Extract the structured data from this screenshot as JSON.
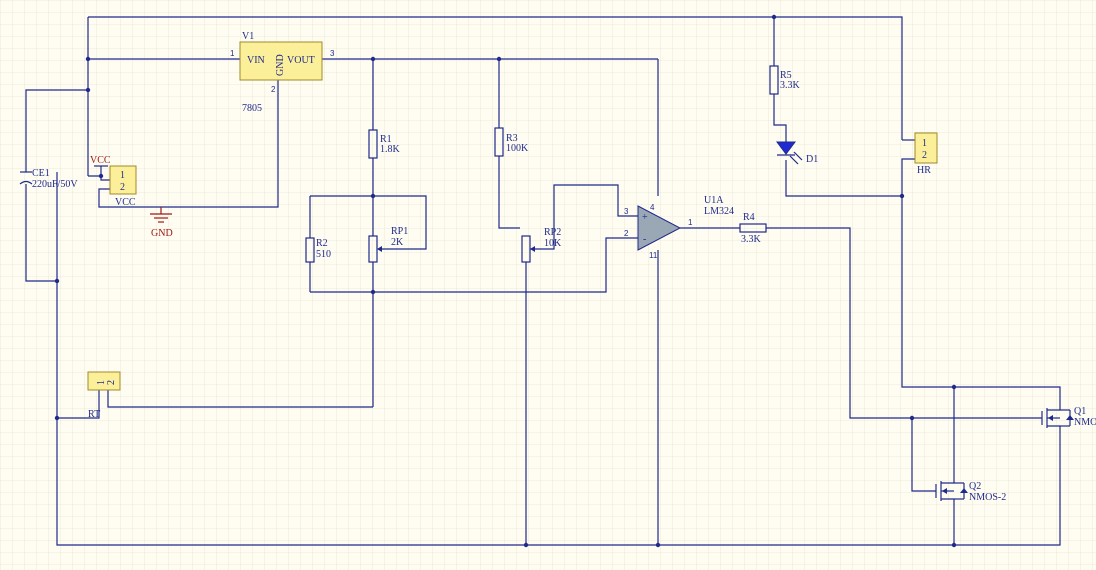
{
  "regulator": {
    "designator": "V1",
    "part": "7805",
    "vin": "VIN",
    "gnd": "GND",
    "vout": "VOUT",
    "pin1": "1",
    "pin2": "2",
    "pin3": "3"
  },
  "capacitor": {
    "designator": "CE1",
    "value": "220uF/50V"
  },
  "power_connector": {
    "net_top": "VCC",
    "net_bottom": "VCC",
    "pin1": "1",
    "pin2": "2"
  },
  "ground": {
    "label": "GND"
  },
  "resistors": [
    {
      "designator": "R1",
      "value": "1.8K"
    },
    {
      "designator": "R2",
      "value": "510"
    },
    {
      "designator": "R3",
      "value": "100K"
    },
    {
      "designator": "R4",
      "value": "3.3K"
    },
    {
      "designator": "R5",
      "value": "3.3K"
    }
  ],
  "potentiometers": [
    {
      "designator": "RP1",
      "value": "2K"
    },
    {
      "designator": "RP2",
      "value": "10K"
    }
  ],
  "opamp": {
    "designator": "U1A",
    "part": "LM324",
    "plus": "+",
    "minus": "-",
    "pin_plus": "3",
    "pin_minus": "2",
    "pin_out": "1",
    "pin_vcc": "4",
    "pin_gnd": "11"
  },
  "led": {
    "designator": "D1"
  },
  "heater_connector": {
    "designator": "HR",
    "pin1": "1",
    "pin2": "2"
  },
  "sensor_connector": {
    "designator": "RT",
    "pin1": "1",
    "pin2": "2"
  },
  "mosfets": [
    {
      "designator": "Q1",
      "part": "NMOS"
    },
    {
      "designator": "Q2",
      "part": "NMOS-2"
    }
  ],
  "colors": {
    "background": "#fffdf2",
    "grid": "#e6e3d4",
    "wire": "#1f2a8c",
    "net_label": "#a01515",
    "component_fill": "#fbef9a",
    "opamp_fill": "#9aa8b6",
    "led_fill": "#1f2ad0"
  }
}
